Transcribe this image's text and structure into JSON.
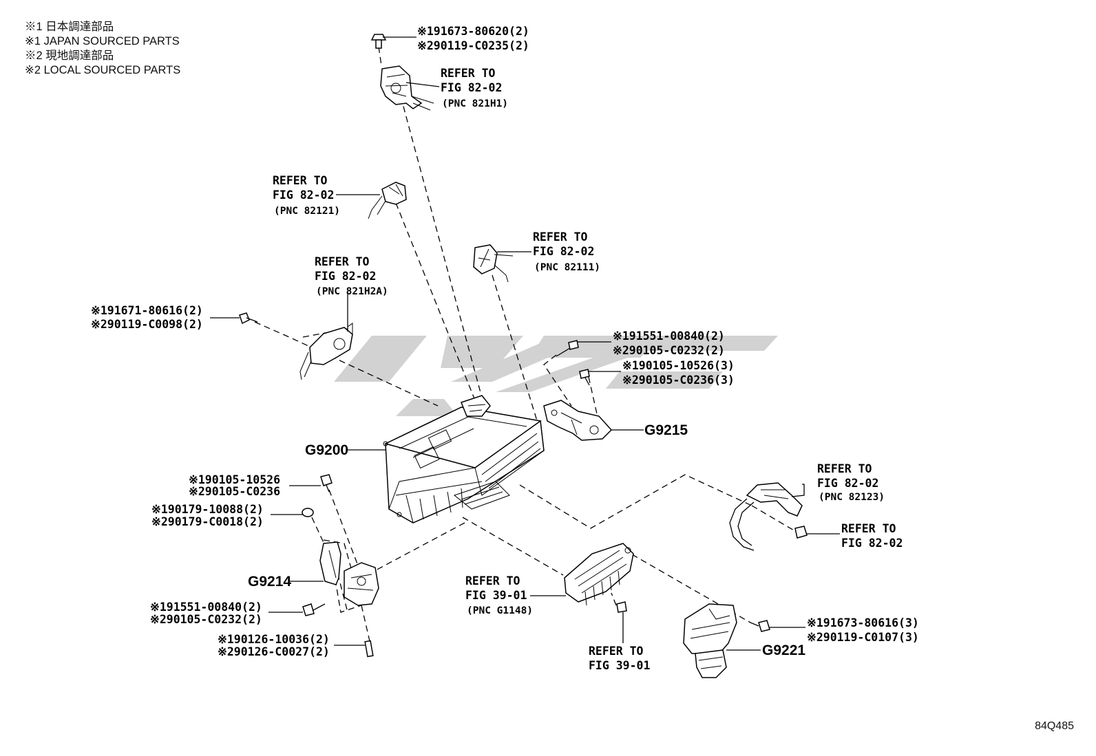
{
  "legend": [
    "※1 日本調達部品",
    "※1 JAPAN SOURCED PARTS",
    "※2 現地調達部品",
    "※2 LOCAL SOURCED PARTS"
  ],
  "figure_id": "84Q485",
  "refer_to": "REFER TO",
  "fig_82_02": "FIG 82-02",
  "fig_39_01": "FIG 39-01",
  "pnc": {
    "p821h1": "(PNC 821H1)",
    "p82121": "(PNC 82121)",
    "p82111": "(PNC 82111)",
    "p821h2a": "(PNC 821H2A)",
    "p82123": "(PNC 82123)",
    "pg1148": "(PNC G1148)"
  },
  "parts": {
    "g9200": "G9200",
    "g9215": "G9215",
    "g9214": "G9214",
    "g9221": "G9221"
  },
  "codes": {
    "top_1": "※191673-80620(2)",
    "top_2": "※290119-C0235(2)",
    "left_1": "※191671-80616(2)",
    "left_2": "※290119-C0098(2)",
    "right_a1": "※191551-00840(2)",
    "right_a2": "※290105-C0232(2)",
    "right_b1": "※190105-10526(3)",
    "right_b2": "※290105-C0236(3)",
    "mid_1": "※190105-10526",
    "mid_2": "※290105-C0236",
    "washer_1": "※190179-10088(2)",
    "washer_2": "※290179-C0018(2)",
    "bolt_1": "※191551-00840(2)",
    "bolt_2": "※290105-C0232(2)",
    "stud_1": "※190126-10036(2)",
    "stud_2": "※290126-C0027(2)",
    "br_1": "※191673-80616(3)",
    "br_2": "※290119-C0107(3)"
  }
}
